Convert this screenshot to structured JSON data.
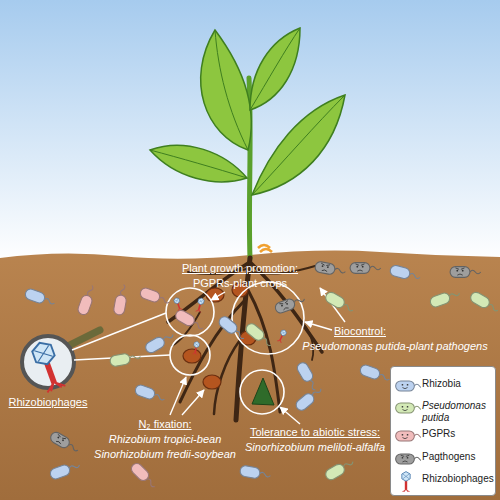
{
  "diagram": {
    "labels": [
      "Plant growth promotion:",
      "PGPRs-plant crops",
      "Biocontrol:",
      "Pseudomonas putida-plant pathogens",
      "Rhizobiophages",
      "N₂ fixation:",
      "Rhizobium tropici-bean",
      "Sinorhizobium fredii-soybean",
      "Tolerance to abiotic stress:",
      "Sinorhizobium meliloti-alfalfa"
    ],
    "legend": [
      {
        "text": "Rhizobia",
        "color": "#bcd2f0"
      },
      {
        "text": "Pseudomonas putida",
        "color": "#d3e9b6"
      },
      {
        "text": "PGPRs",
        "color": "#f1bcbc"
      },
      {
        "text": "Pagthogens",
        "color": "#9e9e9e"
      },
      {
        "text": "Rhizobiophages"
      }
    ]
  }
}
